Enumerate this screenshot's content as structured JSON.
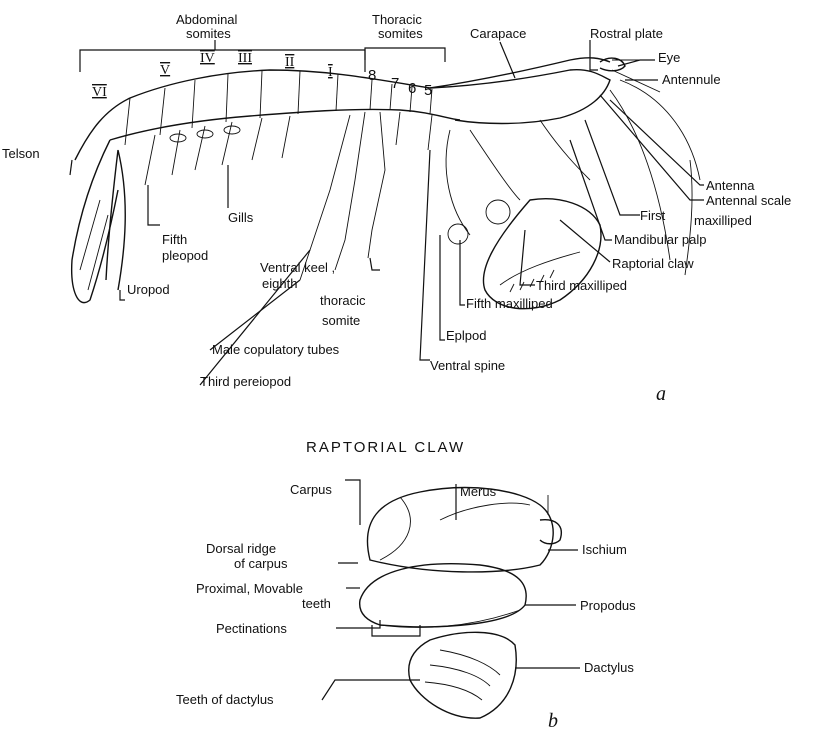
{
  "figure_a": {
    "panel_letter": "a",
    "group_labels": {
      "abdominal_1": "Abdominal",
      "abdominal_2": "somites",
      "thoracic_1": "Thoracic",
      "thoracic_2": "somites"
    },
    "roman_numerals": [
      "VI",
      "V",
      "IV",
      "III",
      "II",
      "I"
    ],
    "thoracic_numbers": [
      "8",
      "7",
      "6",
      "5"
    ],
    "labels": {
      "carapace": "Carapace",
      "rostral_plate": "Rostral plate",
      "eye": "Eye",
      "antennule": "Antennule",
      "telson": "Telson",
      "antenna": "Antenna",
      "antennal_scale": "Antennal scale",
      "first_1": "First",
      "first_2": "maxilliped",
      "gills": "Gills",
      "mandibular_palp": "Mandibular palp",
      "fifth_pleopod_1": "Fifth",
      "fifth_pleopod_2": "pleopod",
      "raptorial_claw": "Raptorial claw",
      "third_maxilliped": "Third maxilliped",
      "uropod": "Uropod",
      "ventral_keel_1": "Ventral keel ,",
      "ventral_keel_2": "eighth",
      "ventral_keel_3": "thoracic",
      "ventral_keel_4": "somite",
      "fifth_maxilliped": "Fifth maxilliped",
      "epipod": "Eplpod",
      "male_copulatory": "Male copulatory tubes",
      "ventral_spine": "Ventral spine",
      "third_pereiopod": "Third pereiopod"
    }
  },
  "figure_b": {
    "panel_letter": "b",
    "title": "RAPTORIAL CLAW",
    "labels": {
      "carpus": "Carpus",
      "merus": "Merus",
      "ischium": "Ischium",
      "dorsal_ridge_1": "Dorsal ridge",
      "dorsal_ridge_2": "of carpus",
      "proximal_1": "Proximal, Movable",
      "proximal_2": "teeth",
      "propodus": "Propodus",
      "pectinations": "Pectinations",
      "dactylus": "Dactylus",
      "teeth_dactylus": "Teeth of dactylus"
    }
  }
}
